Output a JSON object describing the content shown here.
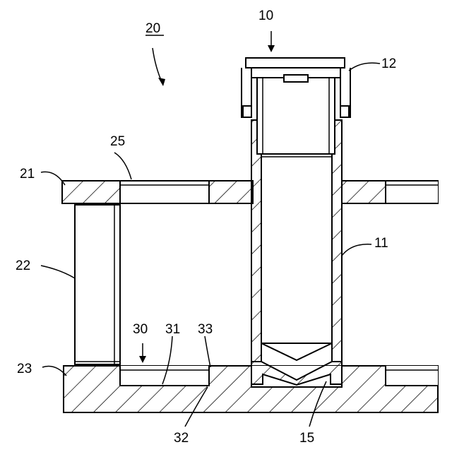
{
  "figure": {
    "labels": {
      "assembly": "20",
      "tube_device": "10",
      "tube": "11",
      "cap": "12",
      "tube_bottom": "15",
      "upper_plate": "21",
      "spacer": "22",
      "base_plate": "23",
      "plate_opening": "25",
      "recess_unit": "30",
      "recess_floor": "31",
      "recess_edge_lower": "32",
      "recess_edge_upper": "33"
    }
  }
}
